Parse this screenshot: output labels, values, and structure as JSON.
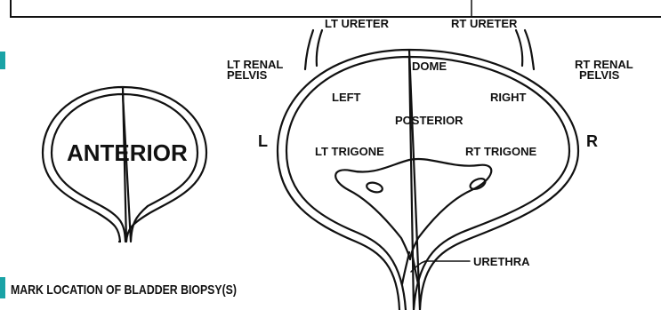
{
  "labels": {
    "lt_ureter": "LT URETER",
    "rt_ureter": "RT URETER",
    "lt_renal_line1": "LT RENAL",
    "lt_renal_line2": "PELVIS",
    "rt_renal_line1": "RT RENAL",
    "rt_renal_line2": "PELVIS",
    "dome": "DOME",
    "left": "LEFT",
    "right": "RIGHT",
    "posterior": "POSTERIOR",
    "lt_trigone": "LT TRIGONE",
    "rt_trigone": "RT TRIGONE",
    "side_l": "L",
    "side_r": "R",
    "urethra": "URETHRA",
    "anterior": "ANTERIOR"
  },
  "instruction": "MARK LOCATION OF BLADDER BIOPSY(S)",
  "colors": {
    "accent_tab": "#1aa3a6",
    "line": "#111111"
  }
}
